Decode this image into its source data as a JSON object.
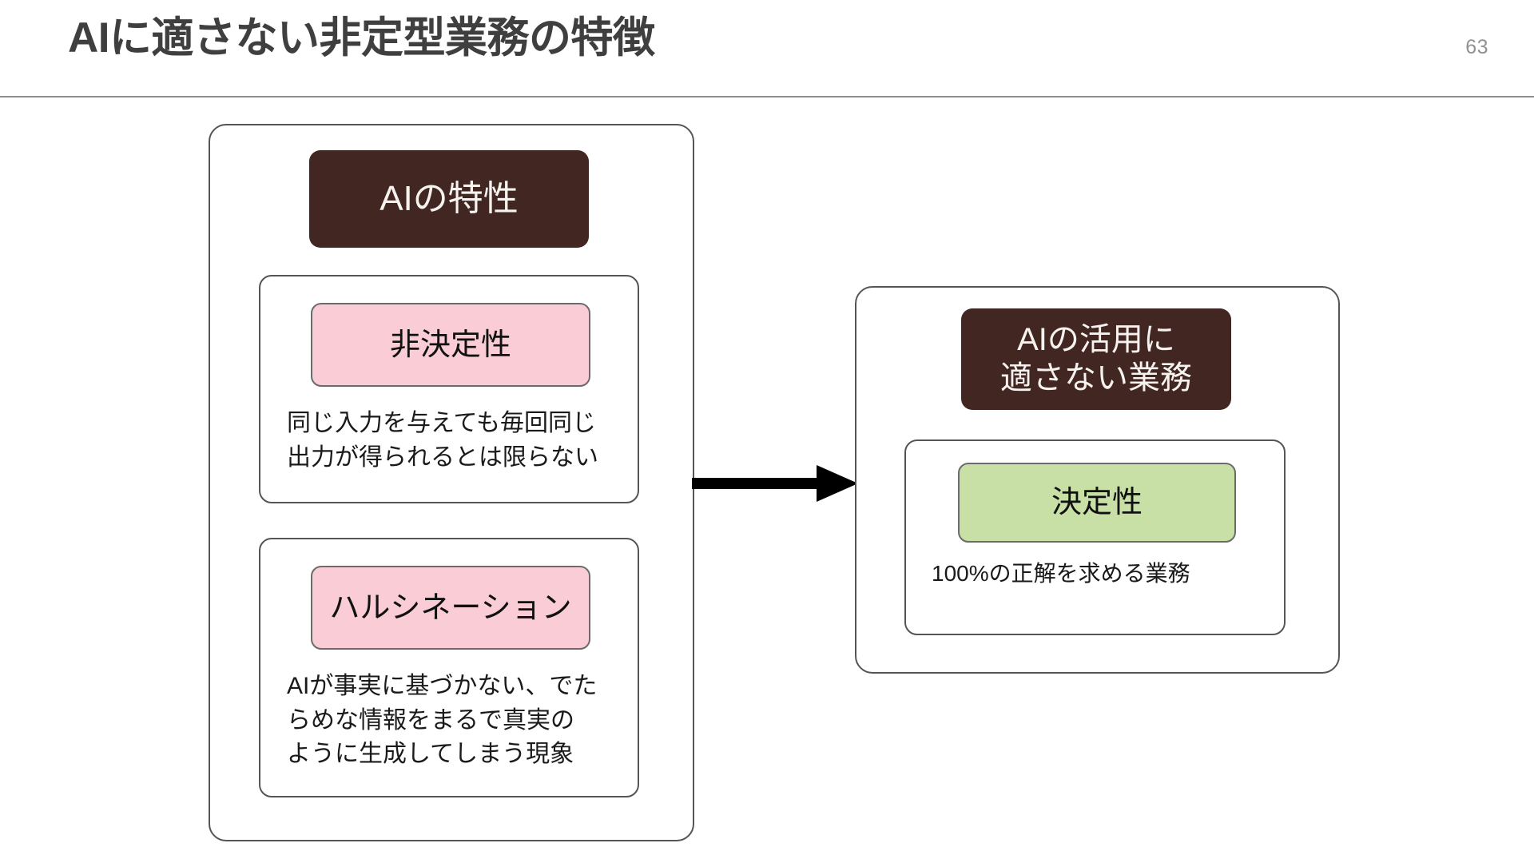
{
  "slide": {
    "title": "AIに適さない非定型業務の特徴",
    "page_number": "63",
    "background_color": "#ffffff",
    "title_color": "#3f3f3f",
    "page_number_color": "#919191",
    "rule_color": "#8d8d8d"
  },
  "palette": {
    "header_brown": "#412621",
    "badge_pink": "#facdd6",
    "badge_green": "#c8e0a5",
    "border_gray": "#555555",
    "text_dark": "#1a1a1a",
    "arrow_black": "#000000"
  },
  "diagram": {
    "type": "flow",
    "arrow": {
      "direction": "right",
      "from": "ai-characteristics-group",
      "to": "unsuitable-tasks-group",
      "color": "#000000"
    },
    "groups": [
      {
        "id": "ai-characteristics-group",
        "header": {
          "lines": [
            "AIの特性"
          ],
          "background": "#412621",
          "color": "#f6f2ef"
        },
        "cards": [
          {
            "id": "nondeterminism",
            "badge": {
              "label": "非決定性",
              "background": "#facdd6"
            },
            "description": "同じ入力を与えても毎回同じ\n出力が得られるとは限らない"
          },
          {
            "id": "hallucination",
            "badge": {
              "label": "ハルシネーション",
              "background": "#facdd6"
            },
            "description": "AIが事実に基づかない、でた\nらめな情報をまるで真実の\nように生成してしまう現象"
          }
        ]
      },
      {
        "id": "unsuitable-tasks-group",
        "header": {
          "lines": [
            "AIの活用に",
            "適さない業務"
          ],
          "background": "#412621",
          "color": "#f6f2ef"
        },
        "cards": [
          {
            "id": "determinism",
            "badge": {
              "label": "決定性",
              "background": "#c8e0a5"
            },
            "description": "100%の正解を求める業務"
          }
        ]
      }
    ]
  }
}
